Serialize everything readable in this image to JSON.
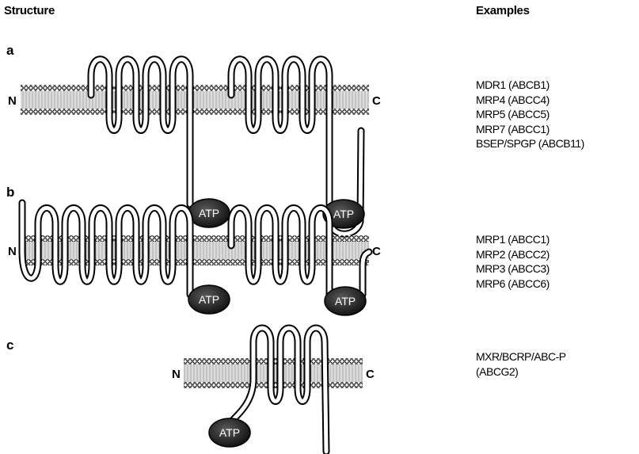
{
  "headers": {
    "structure": "Structure",
    "examples": "Examples"
  },
  "panels": [
    {
      "letter": "a",
      "n_label": "N",
      "c_label": "C",
      "atp_labels": [
        "ATP",
        "ATP"
      ],
      "examples": [
        "MDR1 (ABCB1)",
        "MRP4 (ABCC4)",
        "MRP5 (ABCC5)",
        "MRP7 (ABCC1)",
        "BSEP/SPGP (ABCB11)"
      ]
    },
    {
      "letter": "b",
      "n_label": "N",
      "c_label": "C",
      "atp_labels": [
        "ATP",
        "ATP"
      ],
      "examples": [
        "MRP1 (ABCC1)",
        "MRP2 (ABCC2)",
        "MRP3 (ABCC3)",
        "MRP6 (ABCC6)"
      ]
    },
    {
      "letter": "c",
      "n_label": "N",
      "c_label": "C",
      "atp_labels": [
        "ATP"
      ],
      "examples": [
        "MXR/BCRP/ABC-P",
        "(ABCG2)"
      ]
    }
  ]
}
